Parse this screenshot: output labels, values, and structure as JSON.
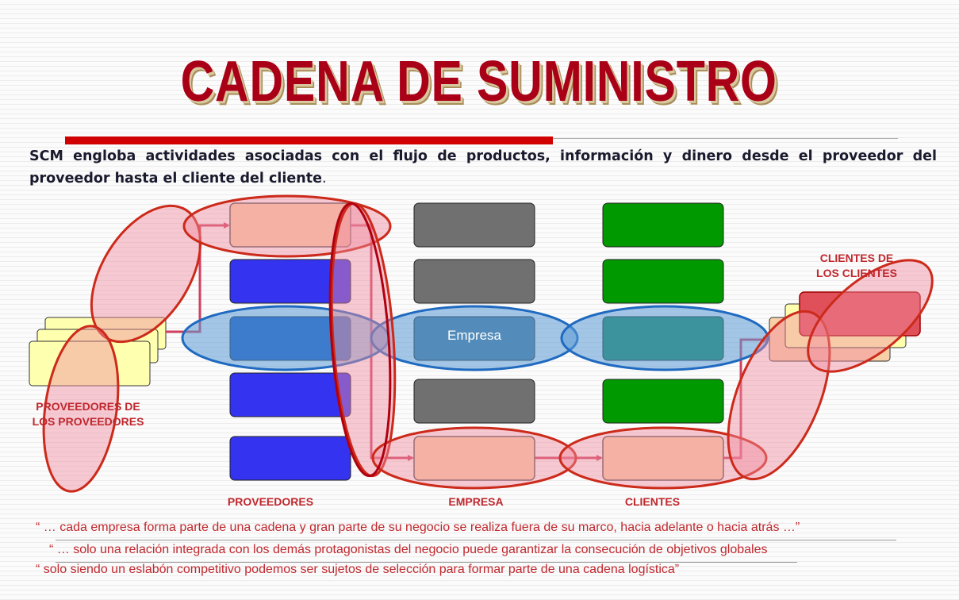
{
  "title": "CADENA DE SUMINISTRO",
  "intro": {
    "text": "SCM engloba actividades asociadas con el flujo de productos, información y dinero desde el proveedor del proveedor hasta el cliente del cliente",
    "end": "."
  },
  "labels": {
    "suppliers_of_suppliers_line1": "PROVEEDORES DE",
    "suppliers_of_suppliers_line2": "LOS PROVEEDORES",
    "clients_of_clients_line1": "CLIENTES DE",
    "clients_of_clients_line2": "LOS CLIENTES",
    "suppliers": "PROVEEDORES",
    "company": "EMPRESA",
    "clients": "CLIENTES",
    "empresa_box": "Empresa"
  },
  "quotes": [
    "“ … cada empresa forma parte de una cadena y gran parte de su negocio se realiza fuera de su marco, hacia adelante o hacia atrás …”",
    "“ … solo una relación integrada con los demás protagonistas del negocio puede garantizar la consecución de objetivos globales",
    "“ solo siendo un eslabón competitivo podemos ser sujetos de selección para formar parte de una cadena logística”"
  ],
  "colors": {
    "title": "#aa0017",
    "accent_red": "#d10000",
    "label_red": "#c0282e",
    "supplier_blue": "#3333f0",
    "company_gray": "#707070",
    "client_green": "#009900",
    "highlight_peach": "#f8d0a8",
    "pink_ellipse": "#f0a8b8",
    "blue_ellipse": "#5b9bd5",
    "cream": "#ffffb0"
  }
}
